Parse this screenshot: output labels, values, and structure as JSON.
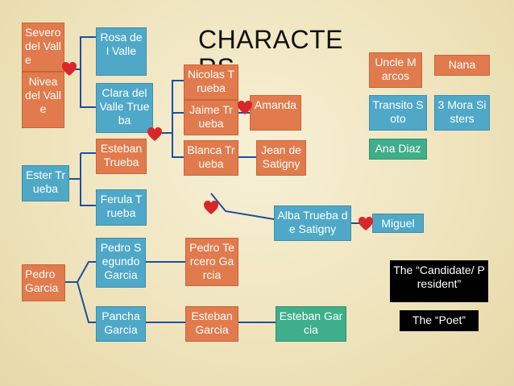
{
  "title": "CHARACTERS",
  "characters": {
    "severo": "Severo del Valle",
    "nivea": "Nivea del Valle",
    "rosa": "Rosa del Valle",
    "clara": "Clara del Valle Trueba",
    "esteban_t": "Esteban Trueba",
    "ferula": "Ferula Trueba",
    "ester": "Ester Trueba",
    "nicolas": "Nicolas Trueba",
    "jaime": "Jaime Trueba",
    "blanca": "Blanca Trueba",
    "jean": "Jean de Satigny",
    "amanda": "Amanda",
    "alba": "Alba Trueba de Satigny",
    "miguel": "Miguel",
    "pedro": "Pedro Garcia",
    "pedro2": "Pedro Segundo Garcia",
    "pancha": "Pancha Garcia",
    "pedro3": "Pedro Tercero Garcia",
    "esteban_g1": "Esteban Garcia",
    "esteban_g2": "Esteban Garcia",
    "uncle": "Uncle Marcos",
    "nana": "Nana",
    "transito": "Transito Soto",
    "mora": "3 Mora Sisters",
    "ana": "Ana Diaz",
    "candidate": "The “Candidate/ President”",
    "poet": "The “Poet”"
  },
  "colors": {
    "orange": "#e17b4d",
    "blue": "#4fa8c8",
    "green": "#3fae8a",
    "heart": "#d9262a",
    "line": "#1f4fa0"
  },
  "icons": [
    "heart-icon"
  ]
}
